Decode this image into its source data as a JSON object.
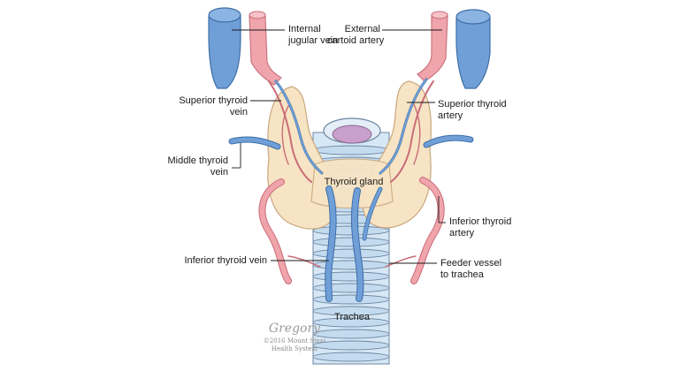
{
  "labels": {
    "internal_jugular_vein": "Internal\njugular vein",
    "external_carotid_artery": "External\ncartoid artery",
    "superior_thyroid_vein": "Superior thyroid\nvein",
    "superior_thyroid_artery": "Superior thyroid\nartery",
    "middle_thyroid_vein": "Middle thyroid\nvein",
    "thyroid_gland": "Thyroid gland",
    "inferior_thyroid_artery": "Inferior thyroid\nartery",
    "inferior_thyroid_vein": "Inferior thyroid vein",
    "feeder_vessel": "Feeder vessel\nto trachea",
    "trachea": "Trachea"
  },
  "signature": {
    "name": "Gregory",
    "copyright": "©2016 Mount Sinai\nHealth System"
  },
  "colors": {
    "vein": "#6f9fd6",
    "vein_outline": "#3d6ea8",
    "artery": "#f0a4ac",
    "artery_outline": "#c96d78",
    "gland": "#f7e4c4",
    "gland_outline": "#c9a77e",
    "trachea_ring": "#d6e7f5",
    "trachea_outline": "#6d86a0",
    "trachea_lumen": "#c9a0cc"
  }
}
